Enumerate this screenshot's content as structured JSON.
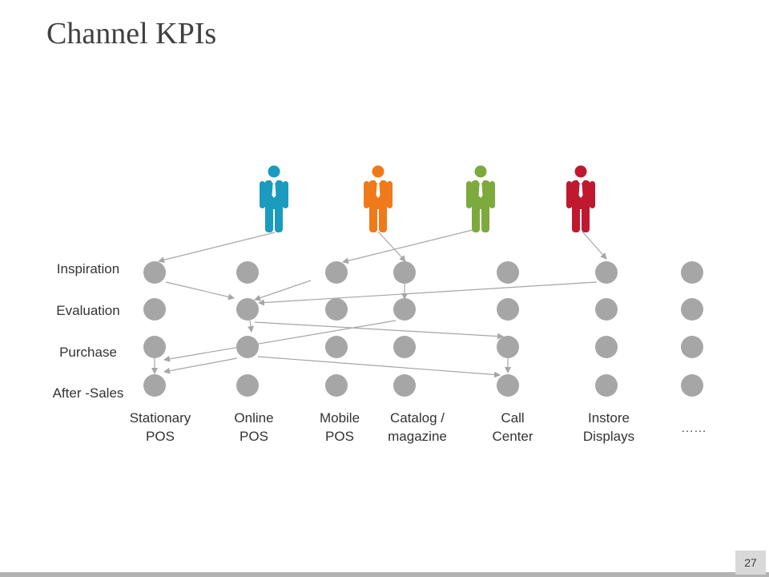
{
  "title": "Channel KPIs",
  "stages": [
    "Inspiration",
    "Evaluation",
    "Purchase",
    "After -Sales"
  ],
  "channels": [
    {
      "label": "Stationary\nPOS"
    },
    {
      "label": "Online\nPOS"
    },
    {
      "label": "Mobile\nPOS"
    },
    {
      "label": "Catalog /\nmagazine"
    },
    {
      "label": "Call\nCenter"
    },
    {
      "label": "Instore\nDisplays"
    },
    {
      "label": "……"
    }
  ],
  "people": [
    {
      "name": "person-teal",
      "color": "#1a9bbf"
    },
    {
      "name": "person-orange",
      "color": "#f07a1a"
    },
    {
      "name": "person-green",
      "color": "#7caa3c"
    },
    {
      "name": "person-red",
      "color": "#c0192f"
    }
  ],
  "node_color": "#a6a6a6",
  "arrow_color": "#a6a6a6",
  "page_number": "27"
}
